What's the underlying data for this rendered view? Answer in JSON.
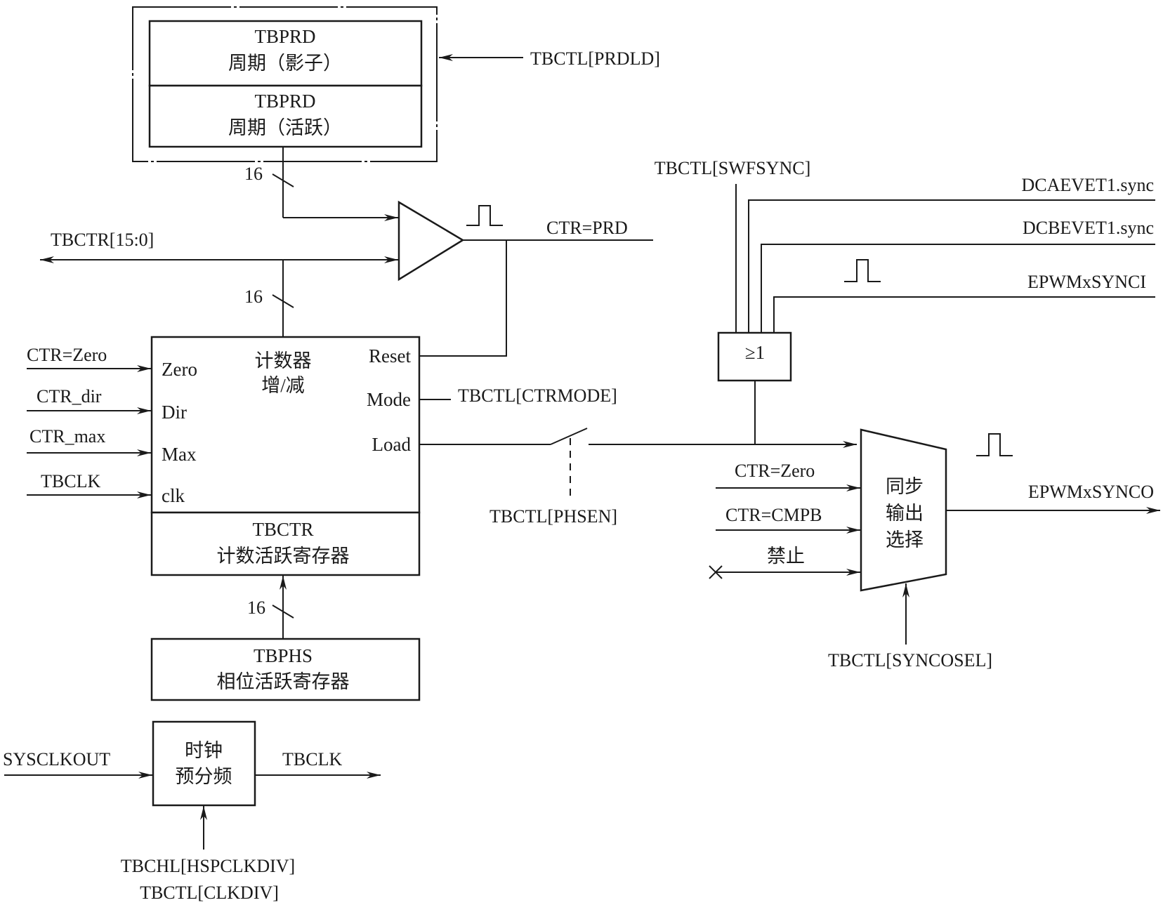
{
  "tbprd_shadow": {
    "name": "TBPRD",
    "desc": "周期（影子）"
  },
  "tbprd_active": {
    "name": "TBPRD",
    "desc": "周期（活跃）"
  },
  "prdld": "TBCTL[PRDLD]",
  "bus_width": {
    "prd": "16",
    "ctr": "16",
    "phs": "16"
  },
  "tbctr_bus": "TBCTR[15:0]",
  "ctr_prd": "CTR=PRD",
  "counter": {
    "title_line1": "计数器",
    "title_line2": "增/减",
    "port_zero": "Zero",
    "port_dir": "Dir",
    "port_max": "Max",
    "port_clk": "clk",
    "port_reset": "Reset",
    "port_mode": "Mode",
    "port_load": "Load",
    "reg_name": "TBCTR",
    "reg_desc": "计数活跃寄存器"
  },
  "counter_inputs": {
    "zero": "CTR=Zero",
    "dir": "CTR_dir",
    "max": "CTR_max",
    "clk": "TBCLK"
  },
  "ctrmode": "TBCTL[CTRMODE]",
  "phsen": "TBCTL[PHSEN]",
  "tbphs": {
    "name": "TBPHS",
    "desc": "相位活跃寄存器"
  },
  "prescaler": {
    "line1": "时钟",
    "line2": "预分频",
    "input": "SYSCLKOUT",
    "output": "TBCLK",
    "ctrl1": "TBCHL[HSPCLKDIV]",
    "ctrl2": "TBCTL[CLKDIV]"
  },
  "sync_in": {
    "swfsync": "TBCTL[SWFSYNC]",
    "dcaevt1": "DCAEVET1.sync",
    "dcbevt1": "DCBEVET1.sync",
    "epwmsynci": "EPWMxSYNCI"
  },
  "or_gate": "≥1",
  "sync_mux": {
    "line1": "同步",
    "line2": "输出",
    "line3": "选择",
    "in_zero": "CTR=Zero",
    "in_cmpb": "CTR=CMPB",
    "in_disable": "禁止",
    "output": "EPWMxSYNCO",
    "select": "TBCTL[SYNCOSEL]"
  }
}
